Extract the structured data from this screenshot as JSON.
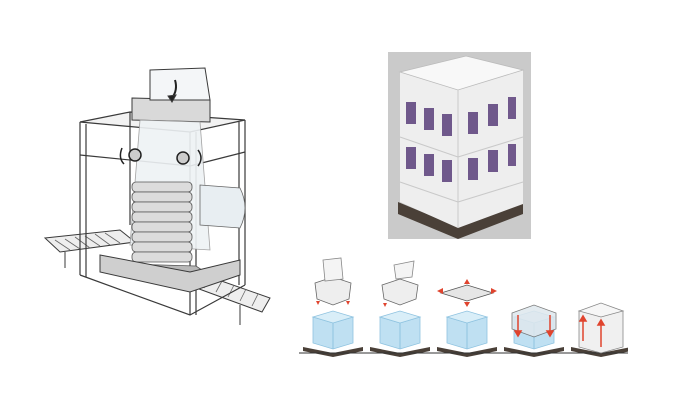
{
  "image": {
    "background": "#ffffff",
    "panels": [
      {
        "id": "stretch-hood-machine",
        "icon": "machine-illustration"
      },
      {
        "id": "wrapped-pallet",
        "icon": "pallet-photo"
      },
      {
        "id": "hooding-sequence",
        "icon": "step-diagrams",
        "steps": 5
      }
    ]
  },
  "colors": {
    "line": "#3a3a3a",
    "machine_fill": "#e6e6e6",
    "film": "#dfe8ee",
    "box": "#bfe0f2",
    "box_dark": "#8fc3e0",
    "pallet": "#4a4038",
    "arrow": "#e0442e",
    "photo_bg": "#9a9a9a",
    "bucket": "#f4f4f4",
    "label_purple": "#5a3e7a"
  }
}
